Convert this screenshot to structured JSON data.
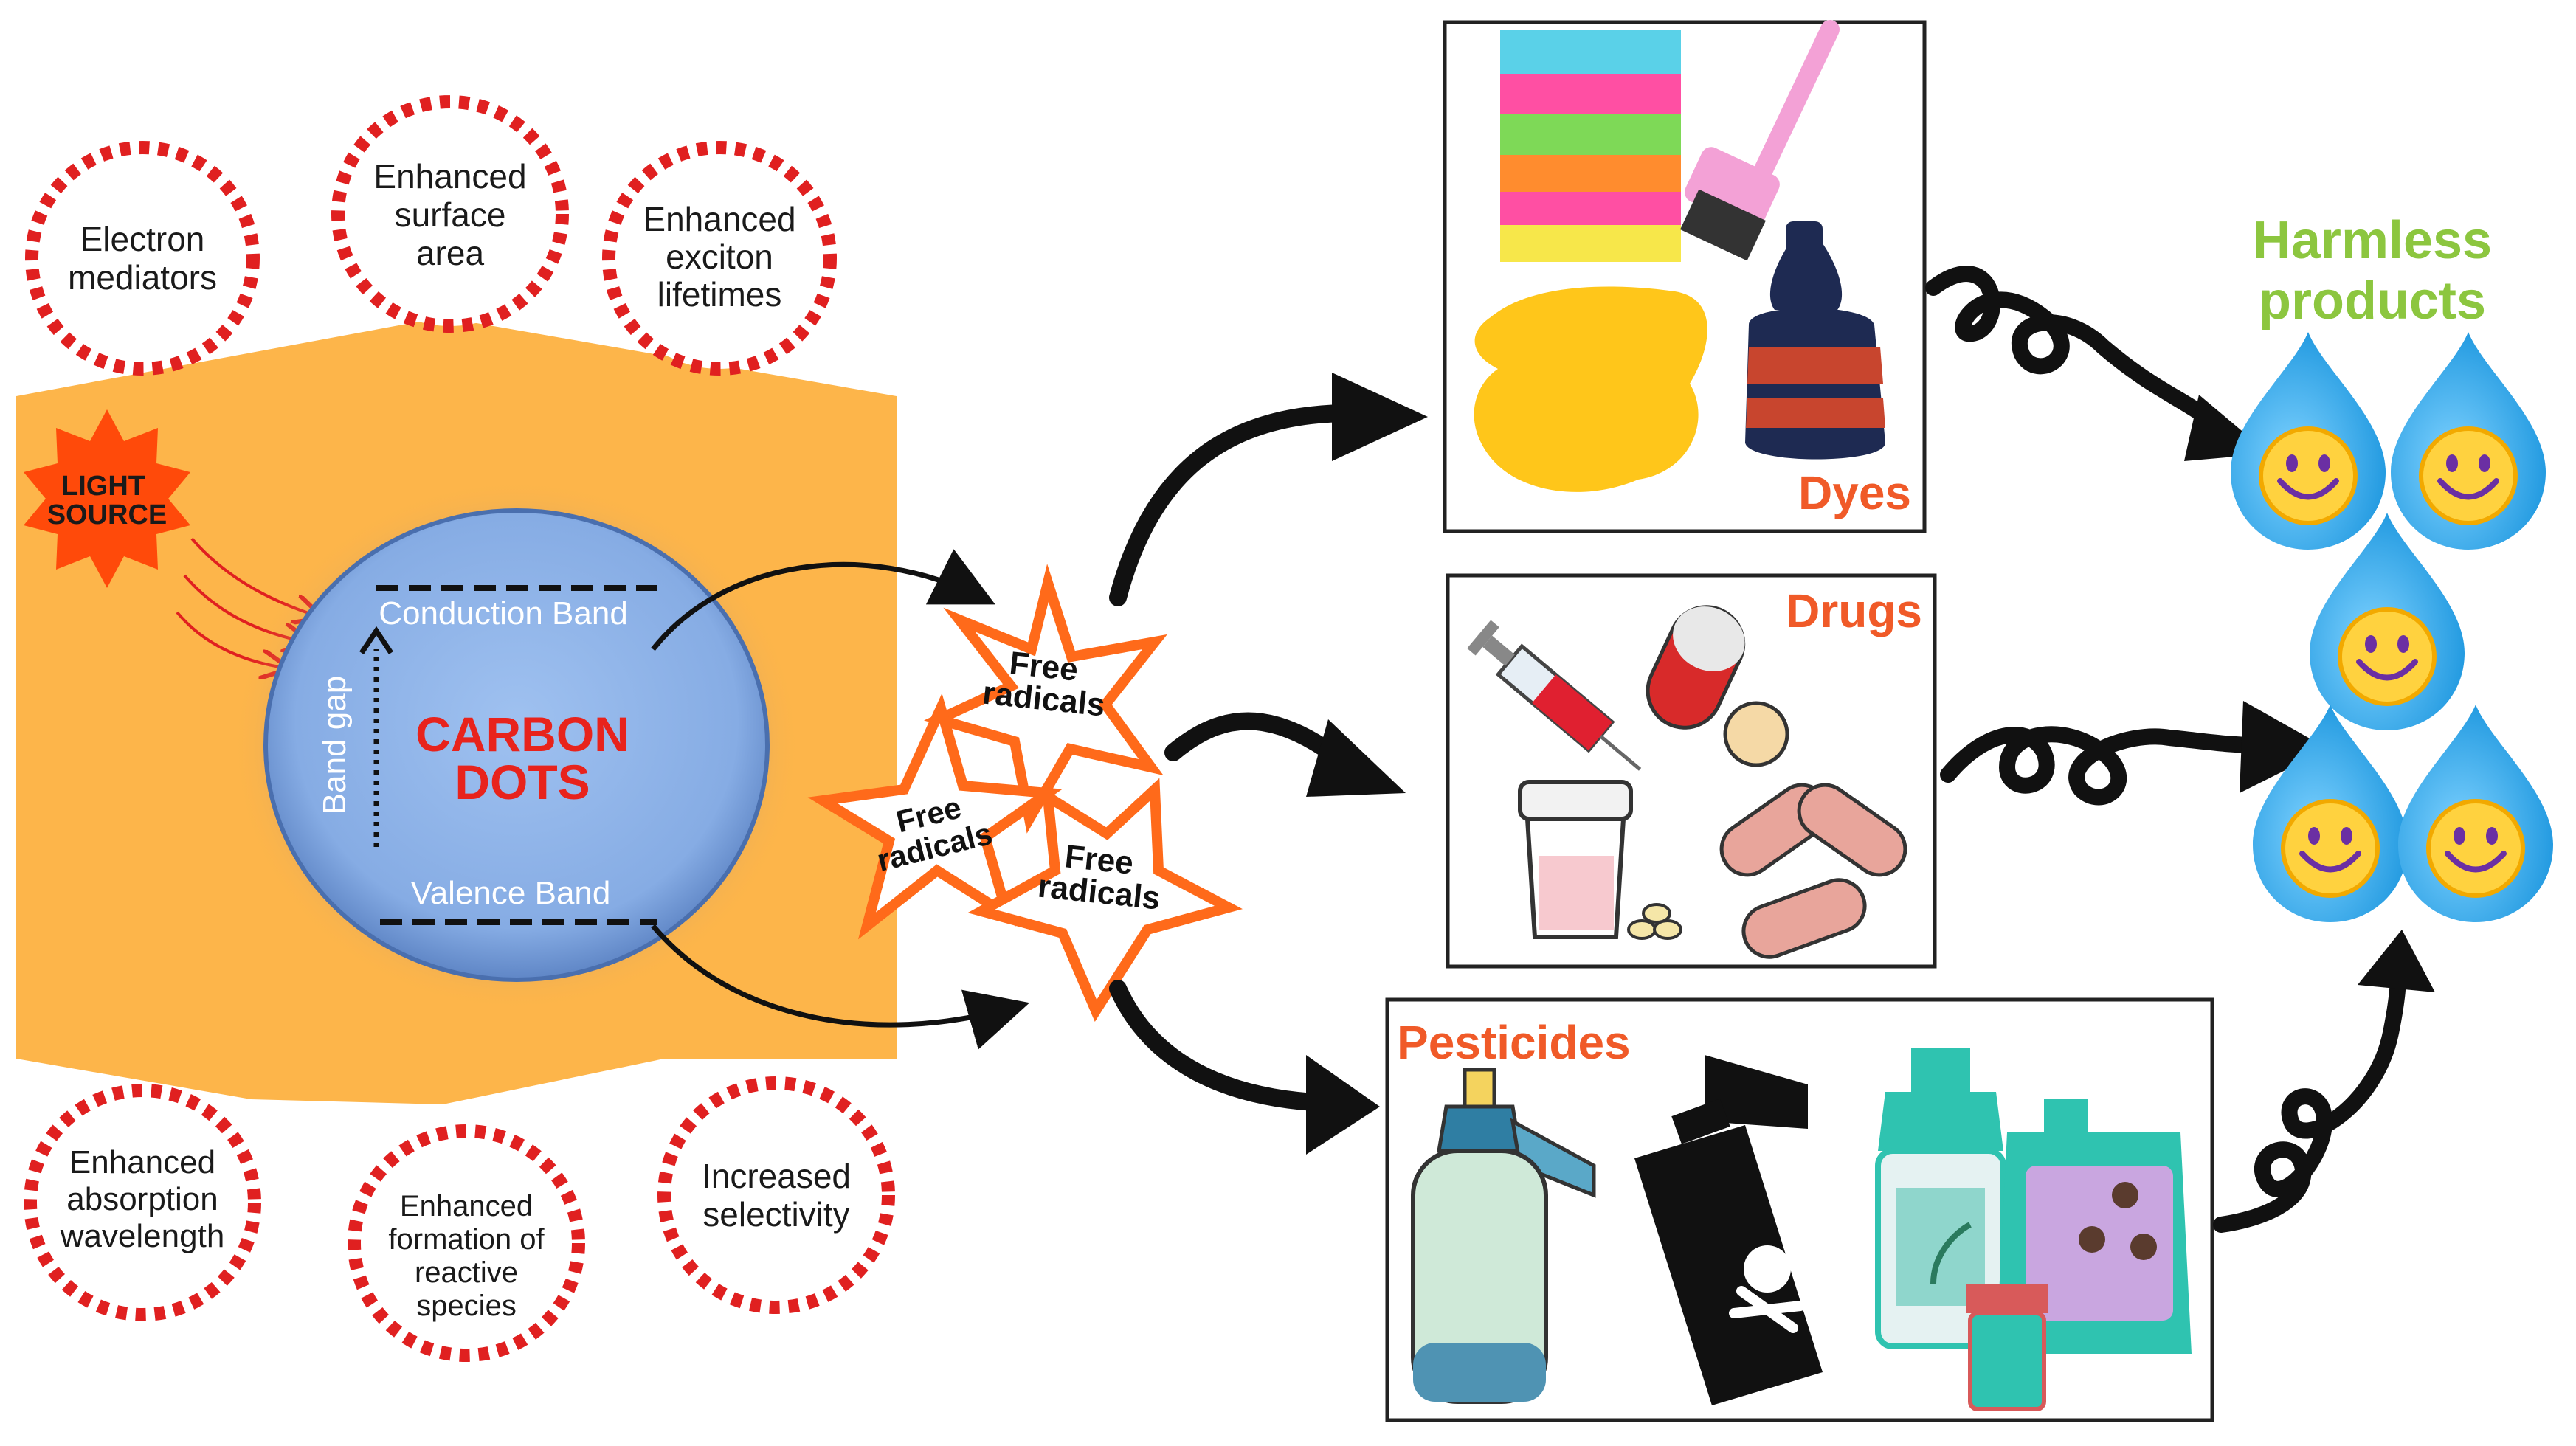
{
  "properties": {
    "electron_mediators": [
      "Electron",
      "mediators"
    ],
    "surface_area": [
      "Enhanced",
      "surface",
      "area"
    ],
    "exciton_lifetimes": [
      "Enhanced",
      "exciton",
      "lifetimes"
    ],
    "absorption_wavelength": [
      "Enhanced",
      "absorption",
      "wavelength"
    ],
    "reactive_species": [
      "Enhanced",
      "formation of",
      "reactive",
      "species"
    ],
    "selectivity": [
      "Increased",
      "selectivity"
    ]
  },
  "light_source": [
    "LIGHT",
    "SOURCE"
  ],
  "carbon_dot": {
    "title": [
      "CARBON",
      "DOTS"
    ],
    "conduction_band": "Conduction Band",
    "valence_band": "Valence Band",
    "band_gap": "Band gap"
  },
  "free_radicals": [
    "Free",
    "radicals"
  ],
  "pollutants": {
    "dyes": "Dyes",
    "drugs": "Drugs",
    "pesticides": "Pesticides"
  },
  "result": [
    "Harmless",
    "products"
  ],
  "colors": {
    "orange_panel": "#FDB54A",
    "label_red": "#E5312A",
    "star_orange": "#FF6A1A",
    "result_green": "#8CC63F",
    "droplet_blue": "#29A9E8",
    "dot_blue": "#8DB3E8"
  }
}
